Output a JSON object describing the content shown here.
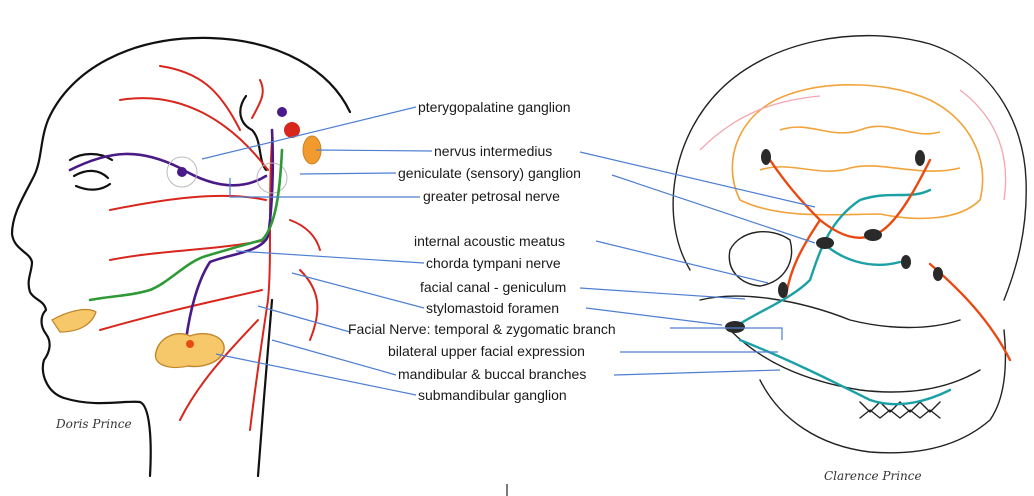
{
  "labels": {
    "pterygopalatine": "pterygopalatine ganglion",
    "nervus_intermedius": "nervus intermedius",
    "geniculate": "geniculate (sensory) ganglion",
    "greater_petrosal": "greater petrosal nerve",
    "internal_acoustic": "internal acoustic meatus",
    "chorda_tympani": "chorda tympani nerve",
    "facial_canal": "facial canal - geniculum",
    "stylomastoid": "stylomastoid foramen",
    "temporal_zygomatic": "Facial Nerve: temporal & zygomatic branch",
    "bilateral_upper": "bilateral upper facial expression",
    "mandibular_buccal": "mandibular & buccal branches",
    "submandibular": "submandibular ganglion"
  },
  "signatures": {
    "left": "Doris Prince",
    "right": "Clarence Prince"
  },
  "colors": {
    "leader_line": "#4f7fd1",
    "facial_nerve_red": "#d8261c",
    "parasympathetic_purple": "#4a1a86",
    "chorda_green": "#2e9a35",
    "ganglion_yellow": "#f7c86a",
    "skull_orange_nerve": "#ea4a12",
    "skull_teal_nerve": "#1ba0a5"
  }
}
